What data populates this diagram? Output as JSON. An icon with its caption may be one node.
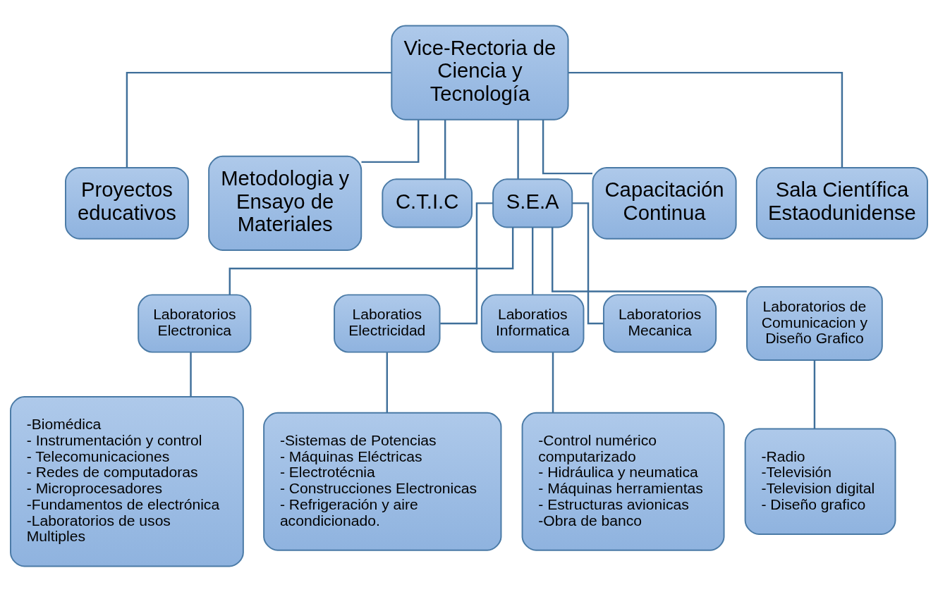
{
  "diagram": {
    "nodes": [
      {
        "text": [
          "Vice-Rectoria de Ciencia y Tecnología"
        ]
      },
      {
        "text": [
          "Proyectos educativos"
        ]
      },
      {
        "text": [
          "Metodologia y Ensayo de Materiales"
        ]
      },
      {
        "text": [
          "C.T.I.C"
        ]
      },
      {
        "text": [
          "S.E.A"
        ]
      },
      {
        "text": [
          "Capacitación Continua"
        ]
      },
      {
        "text": [
          "Sala Científica Estaodunidense"
        ]
      },
      {
        "text": [
          "Laboratorios Electronica"
        ]
      },
      {
        "text": [
          "Laboratios Electricidad"
        ]
      },
      {
        "text": [
          "Laboratios Informatica"
        ]
      },
      {
        "text": [
          "Laboratorios Mecanica"
        ]
      },
      {
        "text": [
          "Laboratorios de Comunicacion y Diseño Grafico"
        ]
      },
      {
        "text": [
          "-Biomédica",
          "- Instrumentación y control",
          "- Telecomunicaciones",
          "- Redes de computadoras",
          "- Microprocesadores",
          "-Fundamentos de electrónica",
          "-Laboratorios de usos Multiples"
        ]
      },
      {
        "text": [
          "-Sistemas de Potencias",
          "- Máquinas Eléctricas",
          "- Electrotécnia",
          "- Construcciones Electronicas",
          "- Refrigeración y aire acondicionado."
        ]
      },
      {
        "text": [
          "-Control numérico computarizado",
          "- Hidráulica y neumatica",
          "- Máquinas herramientas",
          "- Estructuras avionicas",
          "-Obra de banco"
        ]
      },
      {
        "text": [
          "-Radio",
          "-Televisión",
          "-Television digital",
          "- Diseño grafico"
        ]
      }
    ],
    "edges": [
      {
        "from": 0,
        "to": 1,
        "arrow": "none"
      },
      {
        "from": 0,
        "to": 2,
        "arrow": "none"
      },
      {
        "from": 0,
        "to": 3,
        "arrow": "none"
      },
      {
        "from": 0,
        "to": 4,
        "arrow": "none"
      },
      {
        "from": 0,
        "to": 5,
        "arrow": "none"
      },
      {
        "from": 0,
        "to": 6,
        "arrow": "none"
      },
      {
        "from": 4,
        "to": 7,
        "arrow": "none"
      },
      {
        "from": 4,
        "to": 8,
        "arrow": "none"
      },
      {
        "from": 4,
        "to": 9,
        "arrow": "none"
      },
      {
        "from": 4,
        "to": 10,
        "arrow": "none"
      },
      {
        "from": 4,
        "to": 11,
        "arrow": "none"
      },
      {
        "from": 7,
        "to": 12,
        "arrow": "none"
      },
      {
        "from": 8,
        "to": 13,
        "arrow": "none"
      },
      {
        "from": 9,
        "to": 14,
        "arrow": "none"
      },
      {
        "from": 11,
        "to": 15,
        "arrow": "none"
      }
    ]
  }
}
